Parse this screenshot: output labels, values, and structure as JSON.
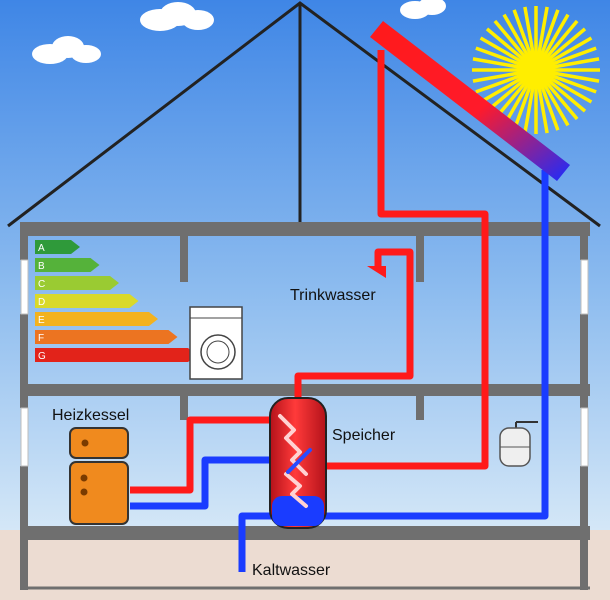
{
  "labels": {
    "trinkwasser": "Trinkwasser",
    "heizkessel": "Heizkessel",
    "speicher": "Speicher",
    "kaltwasser": "Kaltwasser"
  },
  "energy_scale": {
    "letters": [
      "A",
      "B",
      "C",
      "D",
      "E",
      "F",
      "G"
    ],
    "colors": [
      "#2f9a3a",
      "#55b23a",
      "#9acb32",
      "#d9d92a",
      "#f3b21f",
      "#ec7421",
      "#e2231a"
    ]
  },
  "colors": {
    "hot_pipe": "#ff1a1a",
    "cold_pipe": "#1a3cff",
    "sky_top": "#3f86e6",
    "sky_bottom": "#d4e7f7",
    "ground": "#ecdcd2",
    "wall": "#6f6f6f",
    "sun": "#ffee00",
    "boiler": "#f08a1e",
    "tank": "#e0202a"
  },
  "icons": [
    "sun-icon",
    "cloud-icon",
    "washing-machine-icon",
    "shower-head-icon",
    "expansion-vessel-icon",
    "solar-collector-icon",
    "heat-exchanger-coil-icon"
  ]
}
